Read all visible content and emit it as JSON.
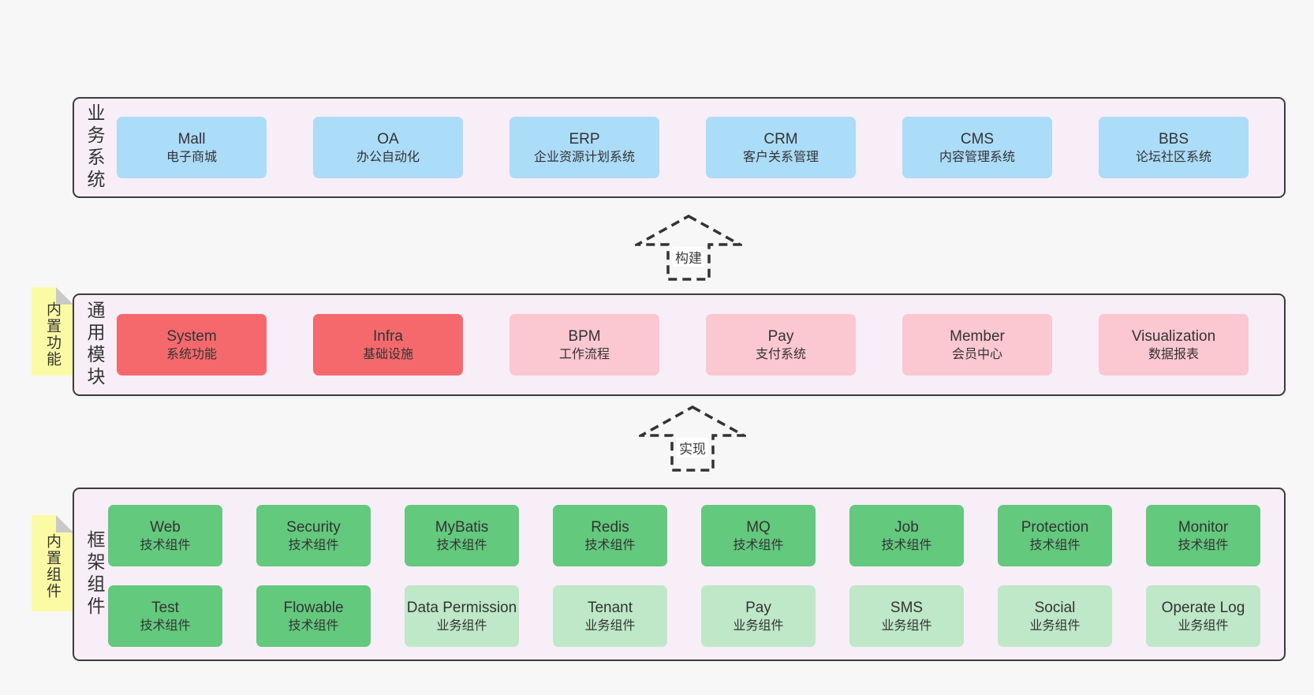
{
  "colors": {
    "page-bg": "#f7f7f7",
    "container-bg": "#f8eef7",
    "border": "#3c3c3c",
    "text": "#333333",
    "blue": "#abdcf8",
    "red": "#f5696d",
    "pink": "#fbc7d1",
    "green-dark": "#63c97d",
    "green-light": "#bee8c8",
    "note-bg": "#fcfba5",
    "note-fold": "#c9c9c9",
    "label-bg": "#ffffff"
  },
  "arrows": [
    {
      "label": "构建"
    },
    {
      "label": "实现"
    }
  ],
  "layers": [
    {
      "label": "业务系统",
      "boxes": [
        {
          "title": "Mall",
          "subtitle": "电子商城",
          "variant": "blue"
        },
        {
          "title": "OA",
          "subtitle": "办公自动化",
          "variant": "blue"
        },
        {
          "title": "ERP",
          "subtitle": "企业资源计划系统",
          "variant": "blue"
        },
        {
          "title": "CRM",
          "subtitle": "客户关系管理",
          "variant": "blue"
        },
        {
          "title": "CMS",
          "subtitle": "内容管理系统",
          "variant": "blue"
        },
        {
          "title": "BBS",
          "subtitle": "论坛社区系统",
          "variant": "blue"
        }
      ]
    },
    {
      "label": "通用模块",
      "note": "内置功能",
      "boxes": [
        {
          "title": "System",
          "subtitle": "系统功能",
          "variant": "red"
        },
        {
          "title": "Infra",
          "subtitle": "基础设施",
          "variant": "red"
        },
        {
          "title": "BPM",
          "subtitle": "工作流程",
          "variant": "pink"
        },
        {
          "title": "Pay",
          "subtitle": "支付系统",
          "variant": "pink"
        },
        {
          "title": "Member",
          "subtitle": "会员中心",
          "variant": "pink"
        },
        {
          "title": "Visualization",
          "subtitle": "数据报表",
          "variant": "pink"
        }
      ]
    },
    {
      "label": "框架组件",
      "note": "内置组件",
      "rows": [
        [
          {
            "title": "Web",
            "subtitle": "技术组件",
            "variant": "green-dark"
          },
          {
            "title": "Security",
            "subtitle": "技术组件",
            "variant": "green-dark"
          },
          {
            "title": "MyBatis",
            "subtitle": "技术组件",
            "variant": "green-dark"
          },
          {
            "title": "Redis",
            "subtitle": "技术组件",
            "variant": "green-dark"
          },
          {
            "title": "MQ",
            "subtitle": "技术组件",
            "variant": "green-dark"
          },
          {
            "title": "Job",
            "subtitle": "技术组件",
            "variant": "green-dark"
          },
          {
            "title": "Protection",
            "subtitle": "技术组件",
            "variant": "green-dark"
          },
          {
            "title": "Monitor",
            "subtitle": "技术组件",
            "variant": "green-dark"
          }
        ],
        [
          {
            "title": "Test",
            "subtitle": "技术组件",
            "variant": "green-dark"
          },
          {
            "title": "Flowable",
            "subtitle": "技术组件",
            "variant": "green-dark"
          },
          {
            "title": "Data Permission",
            "subtitle": "业务组件",
            "variant": "green-light"
          },
          {
            "title": "Tenant",
            "subtitle": "业务组件",
            "variant": "green-light"
          },
          {
            "title": "Pay",
            "subtitle": "业务组件",
            "variant": "green-light"
          },
          {
            "title": "SMS",
            "subtitle": "业务组件",
            "variant": "green-light"
          },
          {
            "title": "Social",
            "subtitle": "业务组件",
            "variant": "green-light"
          },
          {
            "title": "Operate Log",
            "subtitle": "业务组件",
            "variant": "green-light"
          }
        ]
      ]
    }
  ]
}
